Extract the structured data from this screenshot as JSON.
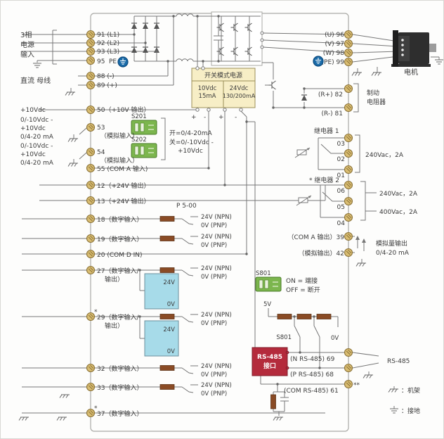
{
  "colors": {
    "wire": "#777777",
    "terminal_fill": "#d9bd72",
    "terminal_ring": "#8a7136",
    "pe_blue": "#1a6ba8",
    "smps_bg": "#f7eec6",
    "dip_green": "#7cb64e",
    "io_box_blue": "#a7dbe9",
    "rs485_red": "#b42b3c",
    "resistor_brown": "#8a4b25"
  },
  "left_labels": {
    "phase1": "3相",
    "phase2": "电源",
    "phase3": "输入",
    "dc_bus": "直流 母线",
    "v10": "+10Vdc",
    "range1": "0/-10Vdc -",
    "range2": "+10Vdc",
    "range3": "0/4-20 mA",
    "pe": "PE"
  },
  "terminals_left": [
    {
      "label": "91 (L1)"
    },
    {
      "label": "92 (L2)"
    },
    {
      "label": "93 (L3)"
    },
    {
      "label": "95"
    },
    {
      "label": "88 (-)"
    },
    {
      "label": "89 (+)"
    },
    {
      "label": "50（+10V 输出）"
    },
    {
      "label": "53",
      "label2": "（模拟输入）"
    },
    {
      "label": "54",
      "label2": "（模拟输入）"
    },
    {
      "label": "55 (COM A 输入)"
    },
    {
      "label": "12（+24V 输出）"
    },
    {
      "label": "13（+24V 输出）"
    },
    {
      "label": "18（数字输入）"
    },
    {
      "label": "19（数字输入）"
    },
    {
      "label": "20 (COM D IN)"
    },
    {
      "label": "27（数字输入/",
      "label2": "输出）"
    },
    {
      "label": "29（数字输入/",
      "label2": "输出）",
      "star": "*"
    },
    {
      "label": "32（数字输入）"
    },
    {
      "label": "33（数字输入）"
    },
    {
      "label": "37（数字输入）",
      "star": "*"
    }
  ],
  "smps": {
    "title": "开关模式电源",
    "v1": "10Vdc",
    "i1": "15mA",
    "v2": "24Vdc",
    "i2": "130/200mA",
    "sign1": "+",
    "sign2": "-",
    "sign3": "+",
    "sign4": "-"
  },
  "s20x": {
    "s201": "S201",
    "s202": "S202",
    "note1": "开=0/4-20mA",
    "note2": "关=0/-10Vdc -",
    "note3": "+10Vdc"
  },
  "p500": "P 5-00",
  "io": {
    "npn": "24V (NPN)",
    "pnp": "0V (PNP)",
    "v24": "24V",
    "v0": "0V"
  },
  "s801": {
    "name": "S801",
    "on": "ON = 端接",
    "off": "OFF = 断开",
    "v5": "5V",
    "v0": "0V"
  },
  "rs485": {
    "box_line1": "RS-485",
    "box_line2": "接口",
    "n": "(N RS-485) 69",
    "p": "(P RS-485) 68",
    "com": "(COM RS-485) 61",
    "label": "RS-485",
    "stars": "**"
  },
  "right_labels": {
    "u": "(U) 96",
    "v": "(V) 97",
    "w": "(W) 98",
    "pe": "(PE) 99",
    "motor": "电机",
    "rp": "(R+) 82",
    "rm": "(R-) 81",
    "brake1": "制动",
    "brake2": "电阻器"
  },
  "relay1": {
    "title": "继电器 1",
    "t1": "03",
    "t2": "02",
    "t3": "01",
    "rating": "240Vac，2A"
  },
  "relay2": {
    "title": "* 继电器 2",
    "t1": "06",
    "t2": "05",
    "t3": "04",
    "rating1": "240Vac，2A",
    "rating2": "400Vac，2A"
  },
  "analog_out": {
    "coma": "（COM A 输出）39",
    "aout": "（模拟输出）42",
    "label1": "模拟量输出",
    "label2": "0/4-20 mA"
  },
  "legend": {
    "chassis": "：机架",
    "earth": "：接地"
  }
}
